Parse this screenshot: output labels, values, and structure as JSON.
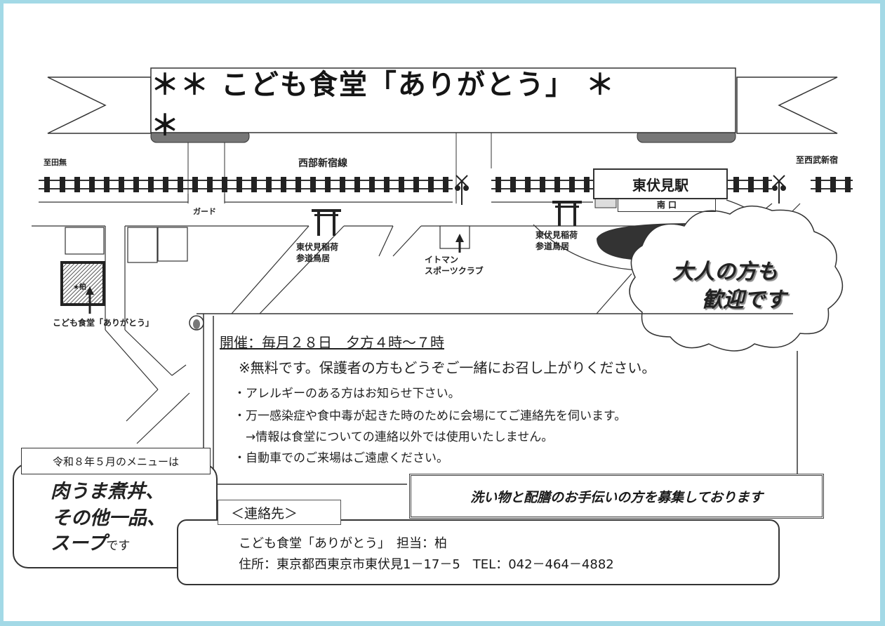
{
  "banner": {
    "title": "＊＊ こども食堂「ありがとう」 ＊＊"
  },
  "map": {
    "railway_line": "西部新宿線",
    "direction_left": "至田無",
    "direction_right": "至西武新宿",
    "underpass": "ガード",
    "station": {
      "name": "東伏見駅",
      "exit": "南 口"
    },
    "shrine_gate_1": {
      "line1": "東伏見稲荷",
      "line2": "参道鳥居"
    },
    "shrine_gate_2": {
      "line1": "東伏見稲荷",
      "line2": "参道鳥居"
    },
    "landmark_sports": {
      "line1": "イトマン",
      "line2": "スポーツクラブ"
    },
    "venue_marker": "★柏",
    "venue_label": "こども食堂「ありがとう」"
  },
  "cloud": {
    "line1": "大人の方も",
    "line2": "歓迎です"
  },
  "info": {
    "schedule": "開催：毎月２８日　夕方４時～７時",
    "free_note": "※無料です。保護者の方もどうぞご一緒にお召し上がりください。",
    "bullets": [
      "・アレルギーのある方はお知らせ下さい。",
      "・万一感染症や食中毒が起きた時のために会場にてご連絡先を伺います。",
      "　→情報は食堂についての連絡以外では使用いたしません。",
      "・自動車でのご来場はご遠慮ください。"
    ]
  },
  "menu": {
    "heading": "令和８年５月のメニューは",
    "items": [
      "肉うま煮丼、",
      "その他一品、",
      "スープ"
    ],
    "suffix": "です"
  },
  "recruit": {
    "text": "洗い物と配膳のお手伝いの方を募集しております"
  },
  "contact": {
    "heading": "＜連絡先＞",
    "line1": "こども食堂「ありがとう」　担当：柏",
    "line2": "住所：東京都西東京市東伏見1－17－5　TEL：042－464－4882"
  },
  "colors": {
    "frame": "#a3d9e6",
    "ink": "#1a1a1a",
    "paper": "#ffffff"
  }
}
